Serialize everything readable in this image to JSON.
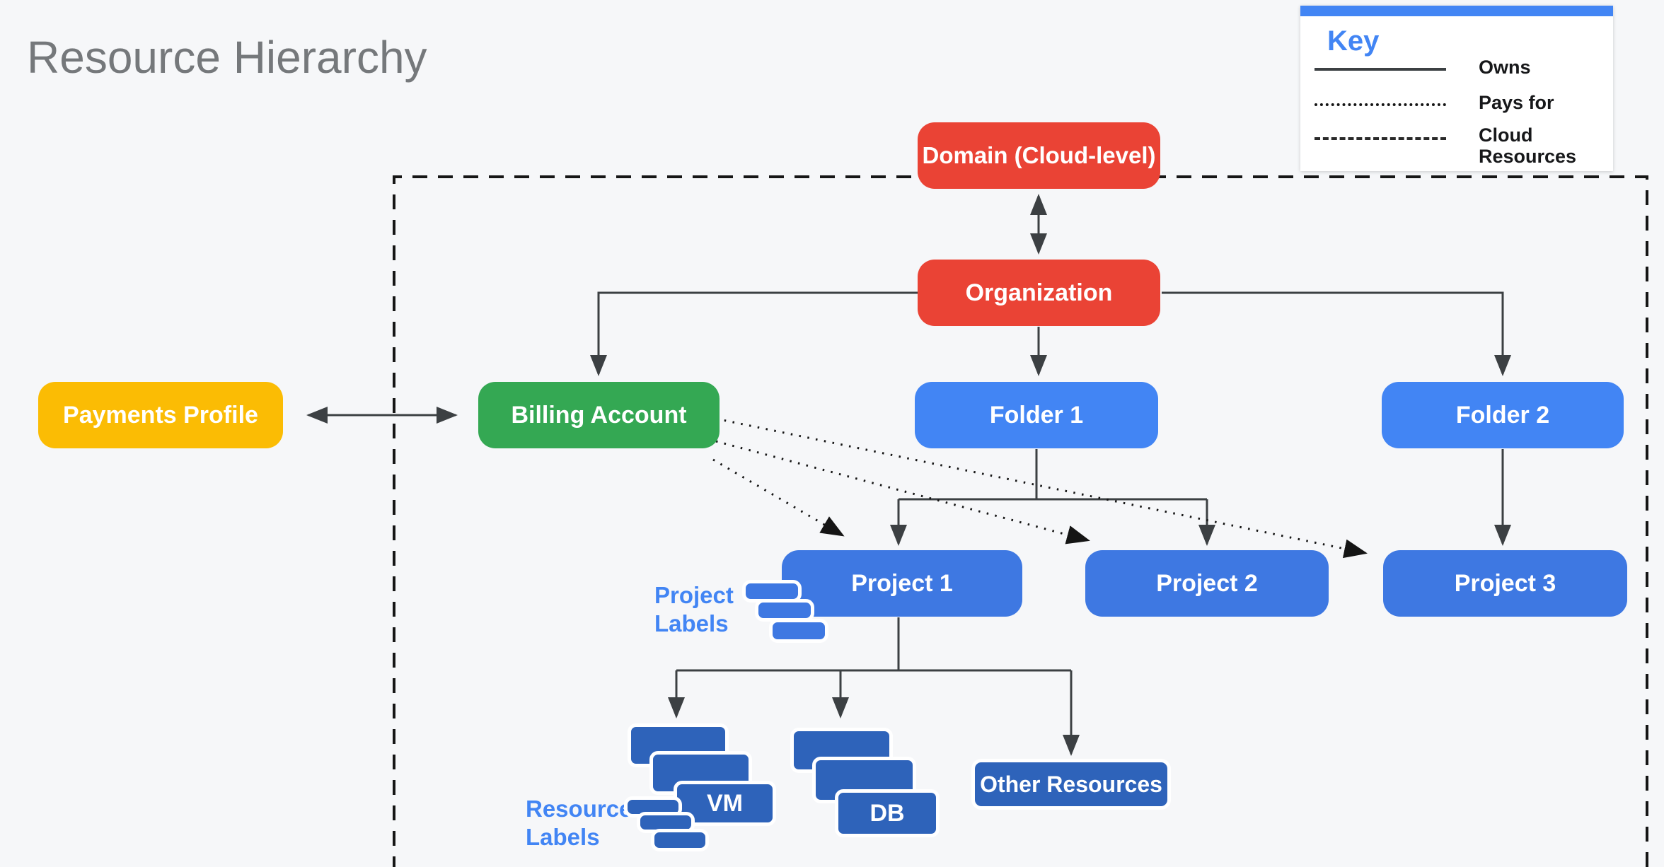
{
  "header": {
    "title": "Resource Hierarchy"
  },
  "legend": {
    "title": "Key",
    "items": [
      {
        "style": "solid",
        "label": "Owns"
      },
      {
        "style": "dotted",
        "label": "Pays for"
      },
      {
        "style": "dashed",
        "label": "Cloud Resources"
      }
    ]
  },
  "nodes": {
    "domain": {
      "label": "Domain (Cloud-level)",
      "color": "#EA4335"
    },
    "organization": {
      "label": "Organization",
      "color": "#EA4335"
    },
    "payments_profile": {
      "label": "Payments Profile",
      "color": "#FBBC04"
    },
    "billing_account": {
      "label": "Billing Account",
      "color": "#34A853"
    },
    "folder1": {
      "label": "Folder 1",
      "color": "#4285F4"
    },
    "folder2": {
      "label": "Folder 2",
      "color": "#4285F4"
    },
    "project1": {
      "label": "Project 1",
      "color": "#3E78E2"
    },
    "project2": {
      "label": "Project 2",
      "color": "#3E78E2"
    },
    "project3": {
      "label": "Project 3",
      "color": "#3E78E2"
    },
    "vm": {
      "label": "VM",
      "color": "#2E63BA"
    },
    "db": {
      "label": "DB",
      "color": "#2E63BA"
    },
    "other_resources": {
      "label": "Other Resources",
      "color": "#2E63BA"
    }
  },
  "annotations": {
    "project_labels": "Project Labels",
    "resource_labels": "Resource Labels"
  },
  "palette": {
    "background": "#F6F7F9",
    "line_gray": "#3C4043",
    "dotted_black": "#151515",
    "dashed_black": "#161616",
    "annotation_blue": "#4285F4",
    "title_gray": "#75787B"
  }
}
